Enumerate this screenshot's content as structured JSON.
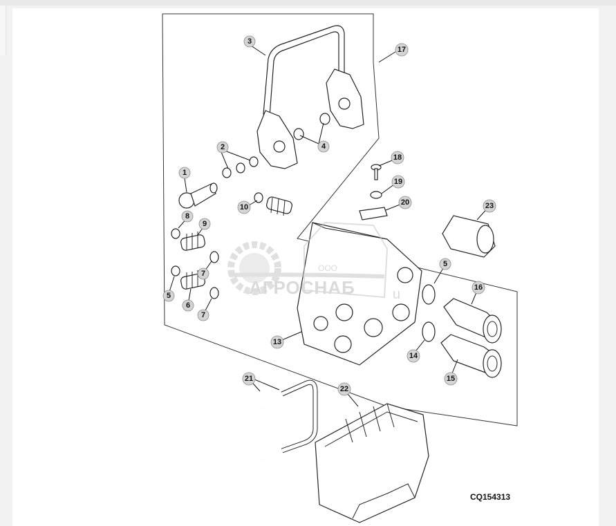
{
  "figure": {
    "code": "CQ154313"
  },
  "callouts": [
    {
      "id": "1",
      "label": "1"
    },
    {
      "id": "2",
      "label": "2"
    },
    {
      "id": "3",
      "label": "3"
    },
    {
      "id": "4",
      "label": "4"
    },
    {
      "id": "5a",
      "label": "5"
    },
    {
      "id": "5b",
      "label": "5"
    },
    {
      "id": "6",
      "label": "6"
    },
    {
      "id": "7a",
      "label": "7"
    },
    {
      "id": "7b",
      "label": "7"
    },
    {
      "id": "8",
      "label": "8"
    },
    {
      "id": "9",
      "label": "9"
    },
    {
      "id": "10",
      "label": "10"
    },
    {
      "id": "13",
      "label": "13"
    },
    {
      "id": "14",
      "label": "14"
    },
    {
      "id": "15",
      "label": "15"
    },
    {
      "id": "16",
      "label": "16"
    },
    {
      "id": "17",
      "label": "17"
    },
    {
      "id": "18",
      "label": "18"
    },
    {
      "id": "19",
      "label": "19"
    },
    {
      "id": "20",
      "label": "20"
    },
    {
      "id": "21",
      "label": "21"
    },
    {
      "id": "22",
      "label": "22"
    },
    {
      "id": "23",
      "label": "23"
    }
  ],
  "watermark": {
    "small": "ООО",
    "brand": "АГРОСНАБ",
    "suffix": "u"
  }
}
